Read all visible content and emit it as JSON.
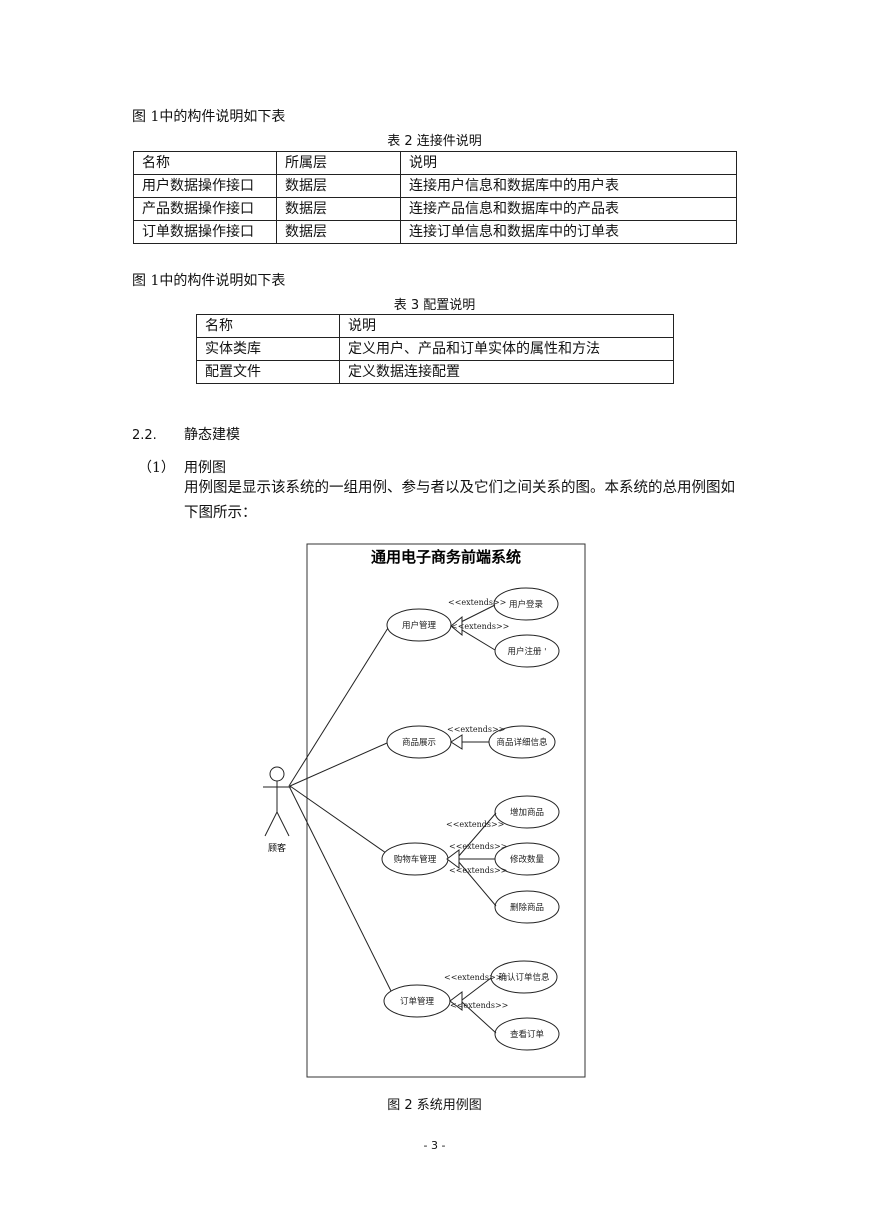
{
  "intro1": "图 1中的构件说明如下表",
  "table2": {
    "caption": "表 2 连接件说明",
    "headers": [
      "名称",
      "所属层",
      "说明"
    ],
    "rows": [
      [
        "用户数据操作接口",
        "数据层",
        "连接用户信息和数据库中的用户表"
      ],
      [
        "产品数据操作接口",
        "数据层",
        "连接产品信息和数据库中的产品表"
      ],
      [
        "订单数据操作接口",
        "数据层",
        "连接订单信息和数据库中的订单表"
      ]
    ]
  },
  "intro2": "图 1中的构件说明如下表",
  "table3": {
    "caption": "表 3 配置说明",
    "headers": [
      "名称",
      "说明"
    ],
    "rows": [
      [
        "实体类库",
        "定义用户、产品和订单实体的属性和方法"
      ],
      [
        "配置文件",
        "定义数据连接配置"
      ]
    ]
  },
  "section": {
    "number": "2.2.",
    "title": "静态建模"
  },
  "item": {
    "marker": "（1）",
    "title": "用例图"
  },
  "paragraph": "用例图是显示该系统的一组用例、参与者以及它们之间关系的图。本系统的总用例图如下图所示：",
  "diagram": {
    "system_title": "通用电子商务前端系统",
    "actor": "顾客",
    "extends": "<<extends>>",
    "use_cases": {
      "user_mgmt": "用户管理",
      "login": "用户登录",
      "register": "用户注册 '",
      "product_show": "商品展示",
      "product_detail": "商品详细信息",
      "cart_mgmt": "购物车管理",
      "add_item": "增加商品",
      "change_qty": "修改数量",
      "delete_item": "删除商品",
      "order_mgmt": "订单管理",
      "confirm_order": "确认订单信息",
      "view_order": "查看订单"
    }
  },
  "figure_caption": "图 2 系统用例图",
  "page_number": "- 3 -"
}
